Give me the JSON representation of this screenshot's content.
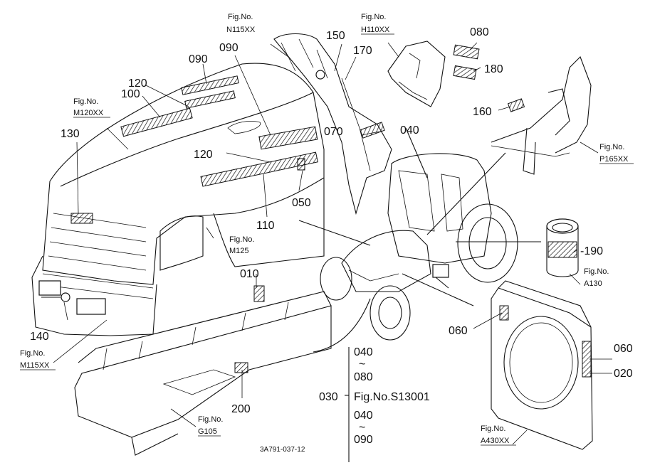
{
  "parts": {
    "p010": "010",
    "p020": "020",
    "p030": "030",
    "p040a": "040",
    "p040b": "040",
    "p040c": "040",
    "p050": "050",
    "p060a": "060",
    "p060b": "060",
    "p070": "070",
    "p080a": "080",
    "p080b": "080",
    "p090a": "090",
    "p090b": "090",
    "p090c": "090",
    "p100": "100",
    "p110": "110",
    "p120a": "120",
    "p120b": "120",
    "p130": "130",
    "p140": "140",
    "p150": "150",
    "p160": "160",
    "p170": "170",
    "p180": "180",
    "p190": "-190",
    "p200": "200"
  },
  "tilde": "~",
  "fig_prefix": "Fig.No.",
  "figs": {
    "n115": "N115XX",
    "h110": "H110XX",
    "m120": "M120XX",
    "p165": "P165XX",
    "m125": "M125",
    "a130": "A130",
    "m115": "M115XX",
    "g105": "G105",
    "a430": "A430XX"
  },
  "series_ref": "Fig.No.S13001",
  "drawing_number": "3A791-037-12"
}
